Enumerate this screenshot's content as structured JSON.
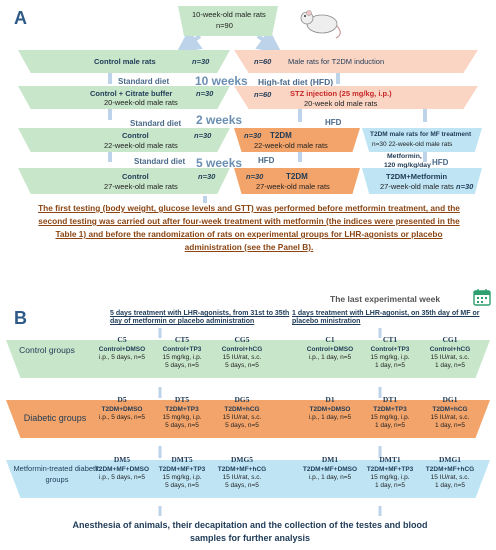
{
  "panelA": {
    "label": "A",
    "top": {
      "line1": "10-week-old male rats",
      "line2": "n=90"
    },
    "left_boxes": [
      {
        "title": "Control male rats",
        "n": "n=30"
      },
      {
        "title": "Control + Citrate buffer",
        "sub": "20-week-old male rats",
        "n": "n=30"
      },
      {
        "title": "Control",
        "sub": "22-week-old male rats",
        "n": "n=30"
      },
      {
        "title": "Control",
        "sub": "27-week-old male rats",
        "n": "n=30"
      }
    ],
    "right_boxes": [
      {
        "title": "Male rats for T2DM induction",
        "n": "n=60"
      },
      {
        "title": "STZ injection (25 mg/kg, i.p.)",
        "sub": "20-week old male rats",
        "n": "n=60"
      },
      {
        "title": "T2DM",
        "sub": "22-week-old male rats",
        "n": "n=30"
      },
      {
        "title": "T2DM male rats for MF treatment",
        "sub": "n=30 22-week-old male rats"
      },
      {
        "title": "T2DM",
        "sub": "27-week-old male rats",
        "n": "n=30"
      },
      {
        "title": "T2DM+Metformin",
        "sub": "27-week-old male rats",
        "n": "n=30"
      }
    ],
    "labels": {
      "std1": "Standard diet",
      "std2": "Standard diet",
      "std3": "Standard diet",
      "weeks10": "10 weeks",
      "weeks2": "2 weeks",
      "weeks5": "5 weeks",
      "hfd_long": "High-fat diet (HFD)",
      "hfd1": "HFD",
      "hfd2": "HFD",
      "hfd3": "HFD",
      "metformin1": "Metformin,",
      "metformin2": "120 mg/kg/day"
    },
    "note": "The first testing (body weight, glucose levels and GTT) was performed before metformin treatment, and the second testing was carried out after four-week treatment with metformin (the indices were presented in the Table 1) and before the randomization of rats on experimental groups for LHR-agonists or placebo administration (see the Panel B)."
  },
  "panelB": {
    "label": "B",
    "last_week": "The last experimental week",
    "head5": "5 days treatment with LHR-agonists, from 31st to 35th day of metformin or placebo administration",
    "head1": "1 days treatment with LHR-agonist, on 35th day of MF or placebo ministration",
    "groups": [
      "Control groups",
      "Diabetic groups",
      "Metformin-treated diabetic groups"
    ],
    "rows": [
      [
        {
          "code": "C5",
          "name": "Control+DMSO",
          "d1": "i.p., 5 days, n=5",
          "d2": ""
        },
        {
          "code": "CT5",
          "name": "Control+TP3",
          "d1": "15 mg/kg, i.p.",
          "d2": "5 days, n=5"
        },
        {
          "code": "CG5",
          "name": "Control+hCG",
          "d1": "15 IU/rat, s.c.",
          "d2": "5 days, n=5"
        },
        {
          "code": "C1",
          "name": "Control+DMSO",
          "d1": "i.p., 1 day, n=5",
          "d2": ""
        },
        {
          "code": "CT1",
          "name": "Control+TP3",
          "d1": "15 mg/kg, i.p.",
          "d2": "1 day, n=5"
        },
        {
          "code": "CG1",
          "name": "Control+hCG",
          "d1": "15 IU/rat, s.c.",
          "d2": "1 day, n=5"
        }
      ],
      [
        {
          "code": "D5",
          "name": "T2DM+DMSO",
          "d1": "i.p., 5 days, n=5",
          "d2": ""
        },
        {
          "code": "DT5",
          "name": "T2DM+TP3",
          "d1": "15 mg/kg, i.p.",
          "d2": "5 days, n=5"
        },
        {
          "code": "DG5",
          "name": "T2DM+hCG",
          "d1": "15 IU/rat, s.c.",
          "d2": "5 days, n=5"
        },
        {
          "code": "D1",
          "name": "T2DM+DMSO",
          "d1": "i.p., 1 day, n=5",
          "d2": ""
        },
        {
          "code": "DT1",
          "name": "T2DM+TP3",
          "d1": "15 mg/kg, i.p.",
          "d2": "1 day, n=5"
        },
        {
          "code": "DG1",
          "name": "T2DM+hCG",
          "d1": "15 IU/rat, s.c.",
          "d2": "1 day, n=5"
        }
      ],
      [
        {
          "code": "DM5",
          "name": "T2DM+MF+DMSO",
          "d1": "i.p., 5 days, n=5",
          "d2": ""
        },
        {
          "code": "DMT5",
          "name": "T2DM+MF+TP3",
          "d1": "15 mg/kg, i.p.",
          "d2": "5 days, n=5"
        },
        {
          "code": "DMG5",
          "name": "T2DM+MF+hCG",
          "d1": "15 IU/rat, s.c.",
          "d2": "5 days, n=5"
        },
        {
          "code": "DM1",
          "name": "T2DM+MF+DMSO",
          "d1": "i.p., 1 day, n=5",
          "d2": ""
        },
        {
          "code": "DMT1",
          "name": "T2DM+MF+TP3",
          "d1": "15 mg/kg, i.p.",
          "d2": "1 day, n=5"
        },
        {
          "code": "DMG1",
          "name": "T2DM+MF+hCG",
          "d1": "15 IU/rat, s.c.",
          "d2": "1 day, n=5"
        }
      ]
    ],
    "footer": "Anesthesia of animals, their decapitation and the collection of the testes and blood samples for further analysis"
  }
}
